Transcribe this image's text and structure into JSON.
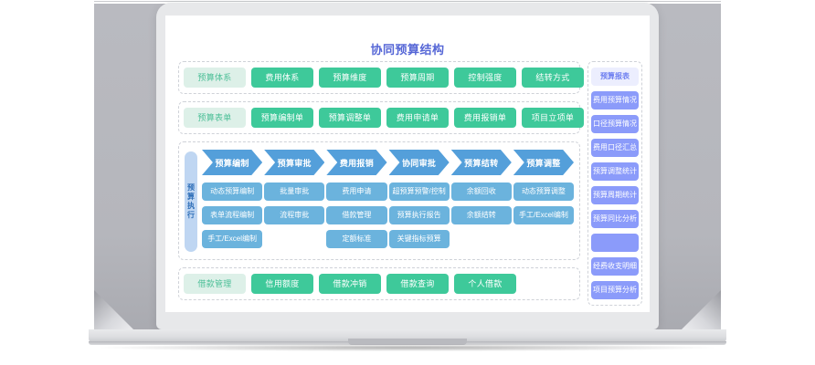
{
  "diagram": {
    "title": "协同预算结构",
    "title_color": "#5566d6",
    "accent_green": "#3ec99a",
    "accent_blue": "#549fda",
    "accent_purple": "#8b9bfa"
  },
  "sections": [
    {
      "name": "budget-system",
      "head": "预算体系",
      "items": [
        "费用体系",
        "预算维度",
        "预算周期",
        "控制强度",
        "结转方式"
      ]
    },
    {
      "name": "budget-forms",
      "head": "预算表单",
      "items": [
        "预算编制单",
        "预算调整单",
        "费用申请单",
        "费用报销单",
        "项目立项单"
      ]
    }
  ],
  "process": {
    "vertical_label": "预算执行",
    "columns": [
      {
        "stage": "预算编制",
        "items": [
          "动态预算编制",
          "表单流程编制",
          "手工/Excel编制"
        ]
      },
      {
        "stage": "预算审批",
        "items": [
          "批量审批",
          "流程审批"
        ]
      },
      {
        "stage": "费用报销",
        "items": [
          "费用申请",
          "借款管理",
          "定额标准"
        ]
      },
      {
        "stage": "协同审批",
        "items": [
          "超预算预警/控制",
          "预算执行报告",
          "关键指标预算"
        ]
      },
      {
        "stage": "预算结转",
        "items": [
          "余额回收",
          "余额结转"
        ]
      },
      {
        "stage": "预算调整",
        "items": [
          "动态预算调整",
          "手工/Excel编制"
        ]
      }
    ]
  },
  "loan": {
    "name": "loan-management",
    "head": "借款管理",
    "items": [
      "信用额度",
      "借款冲销",
      "借款查询",
      "个人借款"
    ]
  },
  "sidebar": {
    "head": "预算报表",
    "items": [
      "费用预算情况",
      "口径预算情况",
      "费用口径汇总",
      "预算调整统计",
      "预算周期统计",
      "预算同比分析",
      "",
      "经费收支明细",
      "项目预算分析"
    ]
  }
}
